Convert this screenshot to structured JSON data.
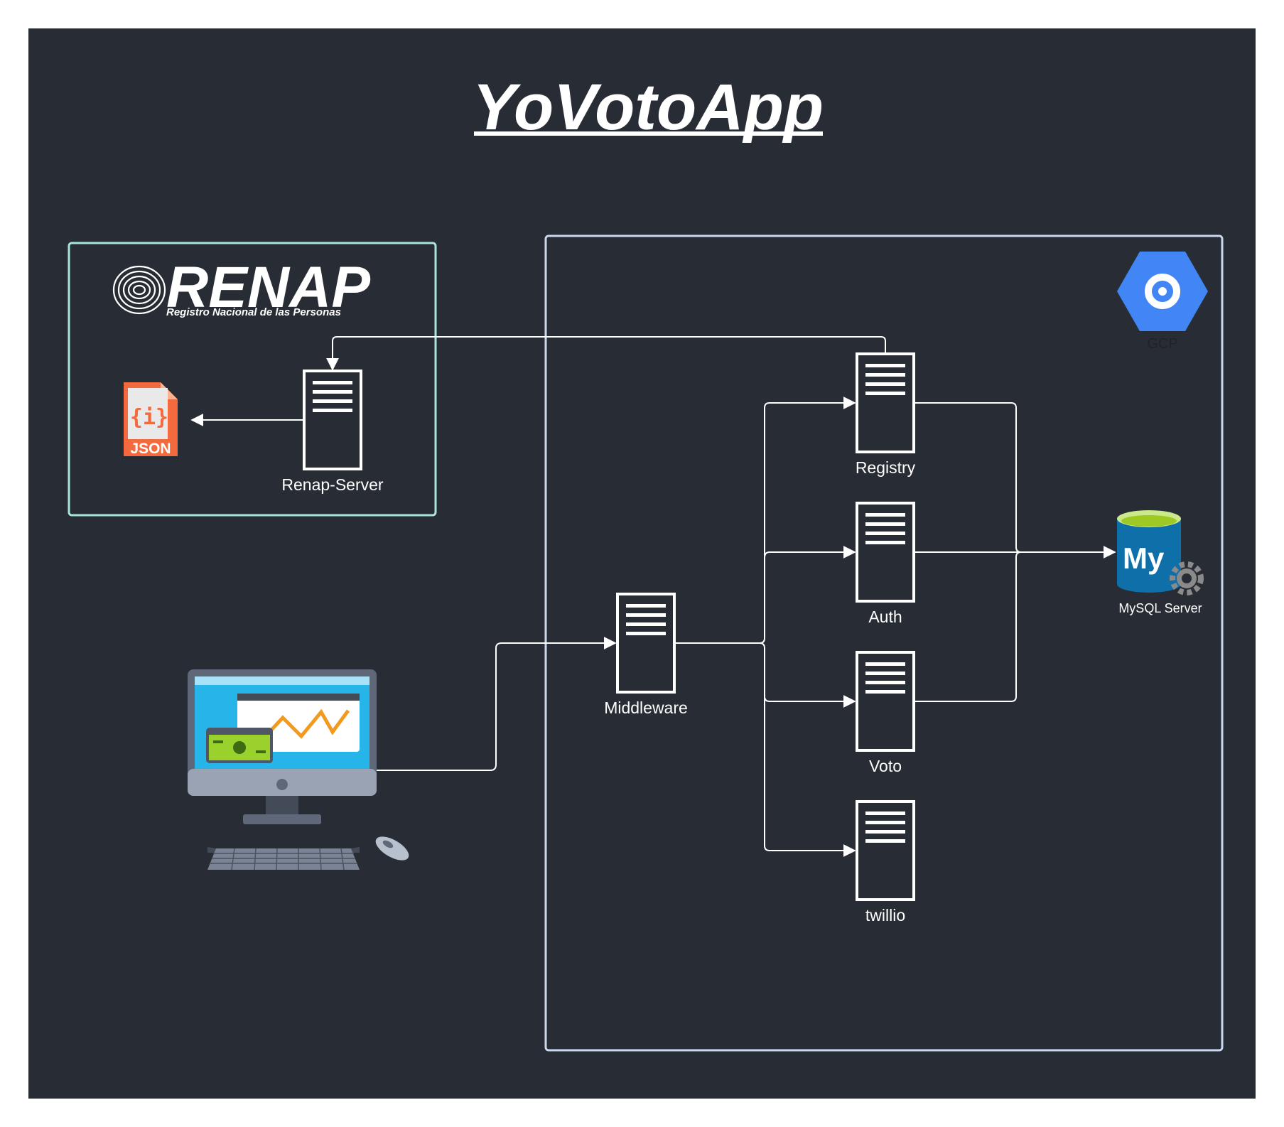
{
  "title": "YoVotoApp",
  "renap": {
    "logo_text": "RENAP",
    "logo_subtitle": "Registro Nacional de las Personas",
    "json_icon_text": "JSON",
    "json_icon_braces": "{i}",
    "server_label": "Renap-Server"
  },
  "cloud": {
    "provider_label": "GCP",
    "middleware_label": "Middleware",
    "services": [
      {
        "label": "Registry"
      },
      {
        "label": "Auth"
      },
      {
        "label": "Voto"
      },
      {
        "label": "twillio"
      }
    ],
    "database_label": "MySQL Server",
    "database_logo_text": "My"
  },
  "colors": {
    "canvas_bg": "#282c34",
    "renap_border": "#a8e6d8",
    "cloud_border": "#c8d8ee",
    "gcp_blue": "#4285f4",
    "json_orange": "#f26a3d",
    "mysql_blue": "#0f6fa8",
    "mysql_green": "#9ec925"
  }
}
